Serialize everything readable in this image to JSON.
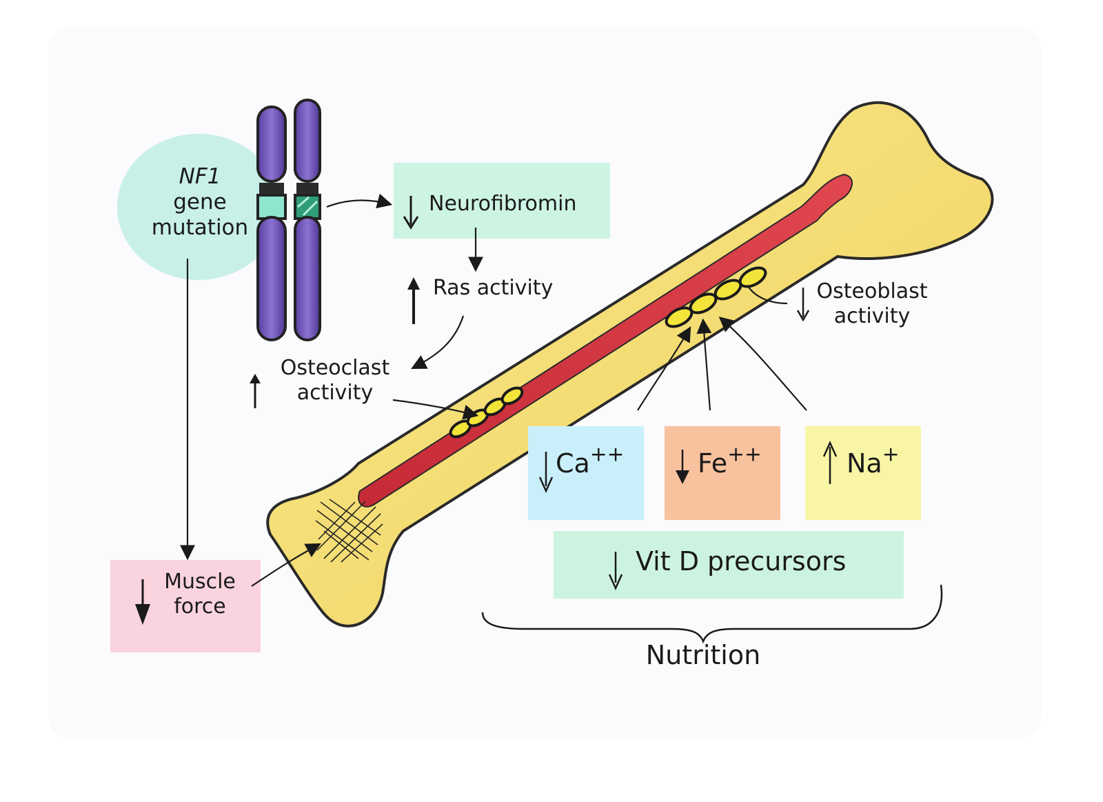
{
  "gene": {
    "name": "NF1",
    "line2": "gene",
    "line3": "mutation"
  },
  "pathway": {
    "neurofibromin": "Neurofibromin",
    "ras": "Ras activity",
    "osteoclast_line1": "Osteoclast",
    "osteoclast_line2": "activity",
    "osteoblast_line1": "Osteoblast",
    "osteoblast_line2": "activity"
  },
  "muscle": {
    "line1": "Muscle",
    "line2": "force"
  },
  "nutrients": {
    "ca": {
      "base": "Ca",
      "charge": "++"
    },
    "fe": {
      "base": "Fe",
      "charge": "++"
    },
    "na": {
      "base": "Na",
      "charge": "+"
    },
    "vitd": "Vit D precursors"
  },
  "nutrition_label": "Nutrition",
  "colors": {
    "gene_circle": "#c8f0e8",
    "neurofibromin_box": "#cdf3e3",
    "muscle_box": "#f9d3dd",
    "ca_box": "#c9f0fa",
    "fe_box": "#f9c29f",
    "na_box": "#f8f6a5",
    "vitd_box": "#ccf3df",
    "bone": "#f6e27a",
    "marrow": "#d8323f",
    "chromosome": "#6b4fb0"
  },
  "icons": {
    "down_arrow": "down-arrow-icon",
    "up_arrow": "up-arrow-icon"
  }
}
